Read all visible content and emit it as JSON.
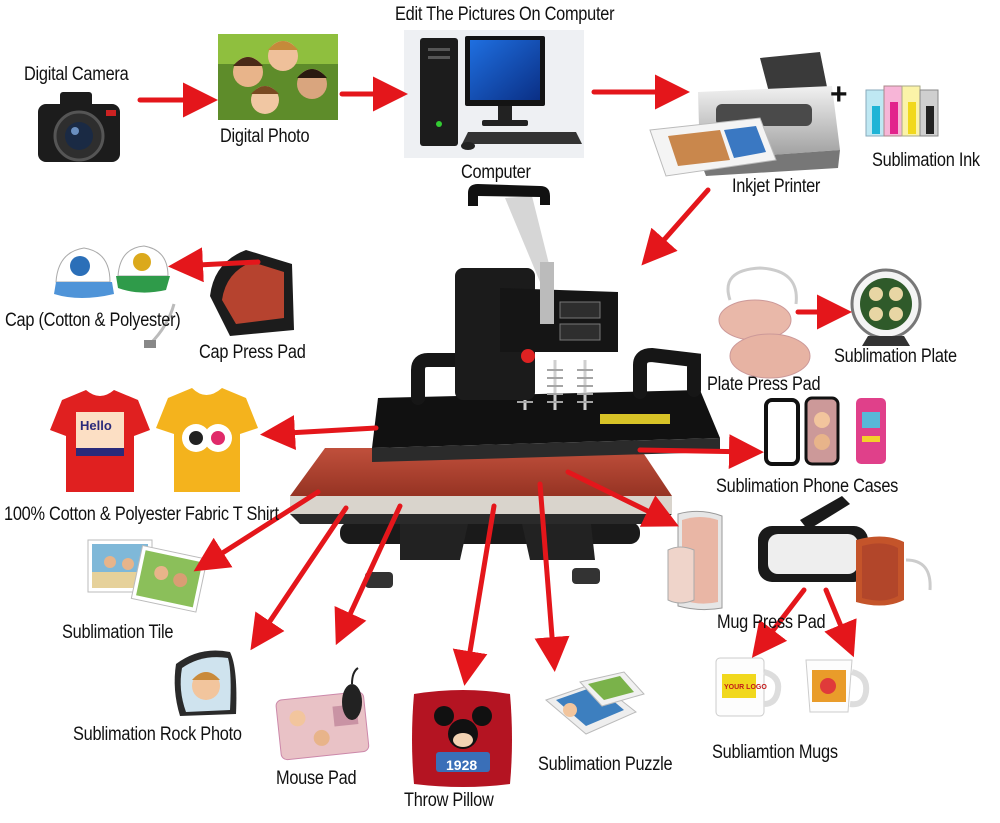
{
  "labels": {
    "digital_camera": "Digital Camera",
    "digital_photo": "Digital Photo",
    "edit_pictures": "Edit The Pictures On Computer",
    "computer": "Computer",
    "inkjet_printer": "Inkjet Printer",
    "plus": "+",
    "sublimation_ink": "Sublimation Ink",
    "cap": "Cap (Cotton & Polyester)",
    "cap_press_pad": "Cap Press Pad",
    "plate_press_pad": "Plate Press Pad",
    "sublimation_plate": "Sublimation Plate",
    "t_shirt": "100% Cotton & Polyester Fabric T Shirt",
    "phone_cases": "Sublimation Phone Cases",
    "tile": "Sublimation Tile",
    "mug_press_pad": "Mug Press Pad",
    "rock_photo": "Sublimation Rock Photo",
    "mouse_pad": "Mouse Pad",
    "throw_pillow": "Throw Pillow",
    "puzzle": "Sublimation Puzzle",
    "mugs": "Subliamtion Mugs"
  },
  "picture_text": {
    "shirt_print": "Hello",
    "pillow_print": "1928",
    "mug_print": "YOUR LOGO"
  },
  "colors": {
    "arrow": "#e4161b",
    "press_body": "#161616",
    "heat_platen": "#b2412e",
    "lower_plate": "#b34a36"
  }
}
